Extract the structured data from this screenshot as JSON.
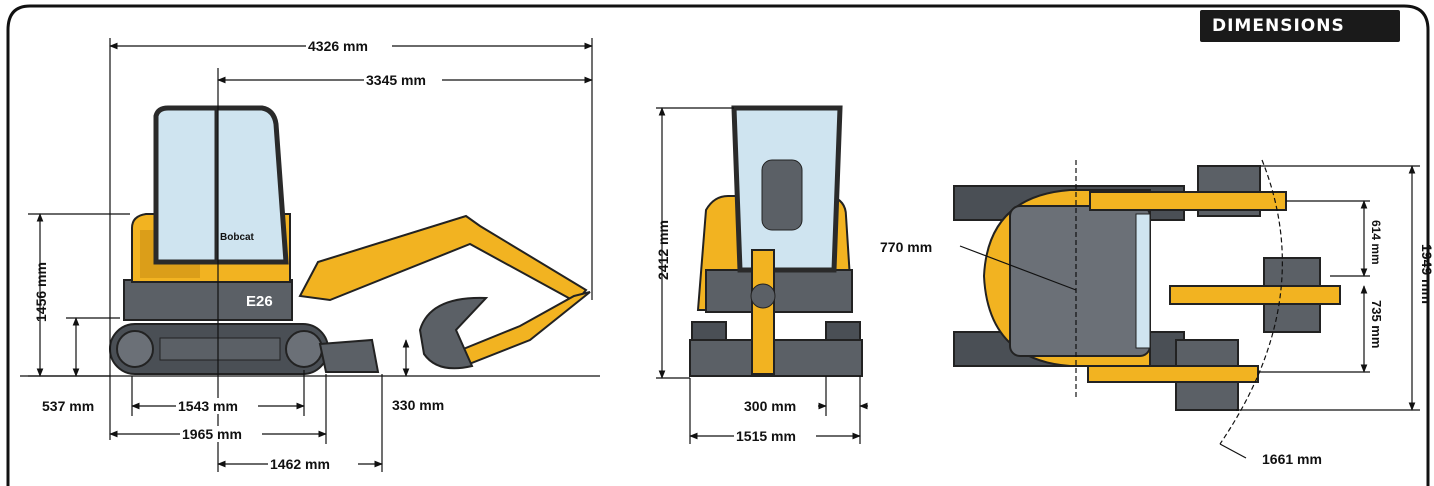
{
  "header": {
    "title": "DIMENSIONS"
  },
  "model_label": "E26",
  "brand_label": "Bobcat",
  "colors": {
    "body": "#f2b321",
    "undercarriage": "#5b6066",
    "glass": "#cfe4f0",
    "frame": "#2a2a2a"
  },
  "dimensions": {
    "side": {
      "overall_length": "4326 mm",
      "front_reach": "3345 mm",
      "height_to_deck": "1456 mm",
      "track_height": "537 mm",
      "wheelbase": "1543 mm",
      "track_length": "1965 mm",
      "blade_reach": "1462 mm",
      "blade_height": "330 mm"
    },
    "front": {
      "overall_height": "2412 mm",
      "track_width": "300 mm",
      "overall_width": "1515 mm"
    },
    "top": {
      "tail_radius": "770 mm",
      "overall_width": "1949 mm",
      "offset_left": "614 mm",
      "offset_right": "735 mm",
      "front_swing_radius": "1661 mm"
    }
  }
}
